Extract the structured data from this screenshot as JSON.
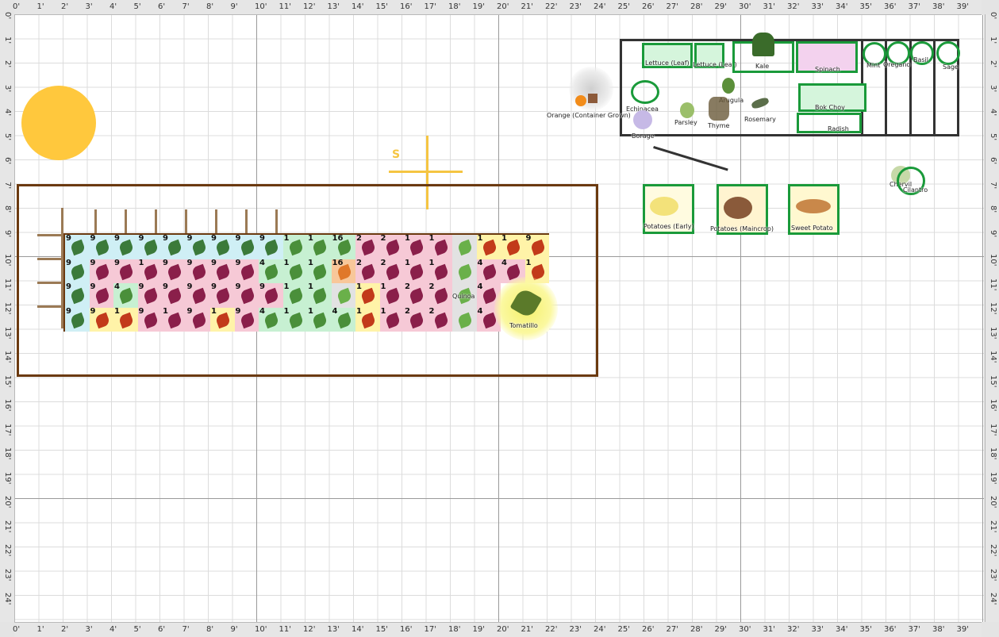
{
  "ruler": {
    "columns": [
      "0'",
      "1'",
      "2'",
      "3'",
      "4'",
      "5'",
      "6'",
      "7'",
      "8'",
      "9'",
      "10'",
      "11'",
      "12'",
      "13'",
      "14'",
      "15'",
      "16'",
      "17'",
      "18'",
      "19'",
      "20'",
      "21'",
      "22'",
      "23'",
      "24'",
      "25'",
      "26'",
      "27'",
      "28'",
      "29'",
      "30'",
      "31'",
      "32'",
      "33'",
      "34'",
      "35'",
      "36'",
      "37'",
      "38'",
      "39'"
    ],
    "rows": [
      "0'",
      "1'",
      "2'",
      "3'",
      "4'",
      "5'",
      "6'",
      "7'",
      "8'",
      "9'",
      "10'",
      "11'",
      "12'",
      "13'",
      "14'",
      "15'",
      "16'",
      "17'",
      "18'",
      "19'",
      "20'",
      "21'",
      "22'",
      "23'",
      "24'"
    ]
  },
  "compass": {
    "label": "S"
  },
  "sun": {
    "color": "#ffc83d"
  },
  "bed_plants": {
    "rows": [
      [
        {
          "n": "9",
          "c": "cyan"
        },
        {
          "n": "9",
          "c": "cyan"
        },
        {
          "n": "9",
          "c": "cyan"
        },
        {
          "n": "9",
          "c": "cyan"
        },
        {
          "n": "9",
          "c": "cyan"
        },
        {
          "n": "9",
          "c": "cyan"
        },
        {
          "n": "9",
          "c": "cyan"
        },
        {
          "n": "9",
          "c": "cyan"
        },
        {
          "n": "9",
          "c": "cyan"
        },
        {
          "n": "1",
          "c": "green"
        },
        {
          "n": "1",
          "c": "green"
        },
        {
          "n": "16",
          "c": "green"
        },
        {
          "n": "2",
          "c": "pink"
        },
        {
          "n": "2",
          "c": "pink"
        },
        {
          "n": "1",
          "c": "pink"
        },
        {
          "n": "1",
          "c": "pink"
        },
        {
          "n": "",
          "c": "grey"
        },
        {
          "n": "1",
          "c": "yellow"
        },
        {
          "n": "1",
          "c": "yellow"
        },
        {
          "n": "9",
          "c": "yellow"
        }
      ],
      [
        {
          "n": "9",
          "c": "cyan"
        },
        {
          "n": "9",
          "c": "pink"
        },
        {
          "n": "9",
          "c": "pink"
        },
        {
          "n": "1",
          "c": "pink"
        },
        {
          "n": "9",
          "c": "pink"
        },
        {
          "n": "9",
          "c": "pink"
        },
        {
          "n": "9",
          "c": "pink"
        },
        {
          "n": "9",
          "c": "pink"
        },
        {
          "n": "4",
          "c": "green"
        },
        {
          "n": "1",
          "c": "green"
        },
        {
          "n": "1",
          "c": "green"
        },
        {
          "n": "16",
          "c": "orange"
        },
        {
          "n": "2",
          "c": "pink"
        },
        {
          "n": "2",
          "c": "pink"
        },
        {
          "n": "1",
          "c": "pink"
        },
        {
          "n": "1",
          "c": "pink"
        },
        {
          "n": "",
          "c": "grey"
        },
        {
          "n": "4",
          "c": "pink"
        },
        {
          "n": "4",
          "c": "pink"
        },
        {
          "n": "1",
          "c": "yellow"
        }
      ],
      [
        {
          "n": "9",
          "c": "cyan"
        },
        {
          "n": "9",
          "c": "pink"
        },
        {
          "n": "4",
          "c": "green"
        },
        {
          "n": "9",
          "c": "pink"
        },
        {
          "n": "9",
          "c": "pink"
        },
        {
          "n": "9",
          "c": "pink"
        },
        {
          "n": "9",
          "c": "pink"
        },
        {
          "n": "9",
          "c": "pink"
        },
        {
          "n": "9",
          "c": "pink"
        },
        {
          "n": "1",
          "c": "green"
        },
        {
          "n": "1",
          "c": "green"
        },
        {
          "n": "",
          "c": "grey"
        },
        {
          "n": "1",
          "c": "yellow"
        },
        {
          "n": "1",
          "c": "pink"
        },
        {
          "n": "2",
          "c": "pink"
        },
        {
          "n": "2",
          "c": "pink"
        },
        {
          "n": "",
          "c": "grey"
        },
        {
          "n": "4",
          "c": "pink"
        },
        {
          "n": "",
          "c": "white"
        },
        {
          "n": "",
          "c": "white"
        }
      ],
      [
        {
          "n": "9",
          "c": "cyan"
        },
        {
          "n": "9",
          "c": "yellow"
        },
        {
          "n": "1",
          "c": "yellow"
        },
        {
          "n": "9",
          "c": "pink"
        },
        {
          "n": "1",
          "c": "pink"
        },
        {
          "n": "9",
          "c": "pink"
        },
        {
          "n": "1",
          "c": "yellow"
        },
        {
          "n": "9",
          "c": "pink"
        },
        {
          "n": "4",
          "c": "green"
        },
        {
          "n": "1",
          "c": "green"
        },
        {
          "n": "1",
          "c": "green"
        },
        {
          "n": "4",
          "c": "green"
        },
        {
          "n": "1",
          "c": "yellow"
        },
        {
          "n": "1",
          "c": "pink"
        },
        {
          "n": "2",
          "c": "pink"
        },
        {
          "n": "2",
          "c": "pink"
        },
        {
          "n": "",
          "c": "grey"
        },
        {
          "n": "4",
          "c": "pink"
        },
        {
          "n": "",
          "c": "white"
        },
        {
          "n": "",
          "c": "white"
        }
      ]
    ],
    "quinoa_label": "Quinoa",
    "tomatillo_label": "Tomatillo"
  },
  "labels": {
    "lettuce_leaf": "Lettuce (Leaf)",
    "lettuce_leaf2": "Lettuce (Leaf)",
    "kale": "Kale",
    "spinach": "Spinach",
    "mint": "Mint",
    "oregano": "Oregano",
    "basil": "Basil",
    "sage": "Sage",
    "orange": "Orange (Container Grown)",
    "echinacea": "Echinacea",
    "arugula": "Arugula",
    "parsley": "Parsley",
    "thyme": "Thyme",
    "rosemary": "Rosemary",
    "bok_choy": "Bok Choy",
    "radish": "Radish",
    "borage": "Borage",
    "potatoes_early": "Potatoes (Early)",
    "potatoes_maincrop": "Potatoes (Maincrop)",
    "sweet_potato": "Sweet Potato",
    "chervil": "Chervil",
    "cilantro": "Cilantro"
  },
  "colors": {
    "bed_border": "#6b3a10",
    "raised_bed_border": "#333333",
    "plant_outline": "#1a9a3a",
    "cyan": "#cfeff5",
    "pink": "#f6c9d6",
    "green": "#c7f0d2",
    "yellow": "#fff3a8",
    "orange": "#f8c79a",
    "grey": "#e2e2e2",
    "white": "#ffffff"
  }
}
